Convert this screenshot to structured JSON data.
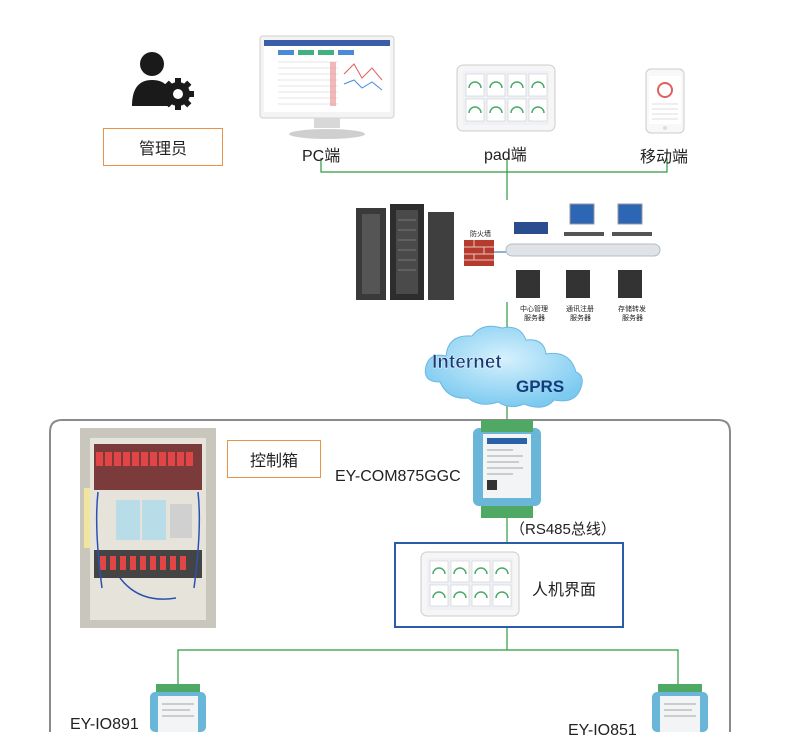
{
  "admin": {
    "label": "管理员"
  },
  "clients": {
    "pc_label": "PC端",
    "pad_label": "pad端",
    "mobile_label": "移动端"
  },
  "servers": {
    "firewall_label": "防火墙",
    "server1_label_line1": "中心管理",
    "server1_label_line2": "服务器",
    "server2_label_line1": "通讯注册",
    "server2_label_line2": "服务器",
    "server3_label_line1": "存储转发",
    "server3_label_line2": "服务器"
  },
  "cloud": {
    "internet": "Internet",
    "gprs": "GPRS"
  },
  "control_box": {
    "label": "控制箱"
  },
  "gateway": {
    "model": "EY-COM875GGC"
  },
  "bus": {
    "label": "（RS485总线）"
  },
  "hmi": {
    "label": "人机界面"
  },
  "io_left": {
    "model": "EY-IO891"
  },
  "io_right": {
    "model": "EY-IO851"
  },
  "colors": {
    "line": "#2e9a3e",
    "orange": "#e8924a",
    "blue": "#2a5caa",
    "frame": "#888888"
  }
}
